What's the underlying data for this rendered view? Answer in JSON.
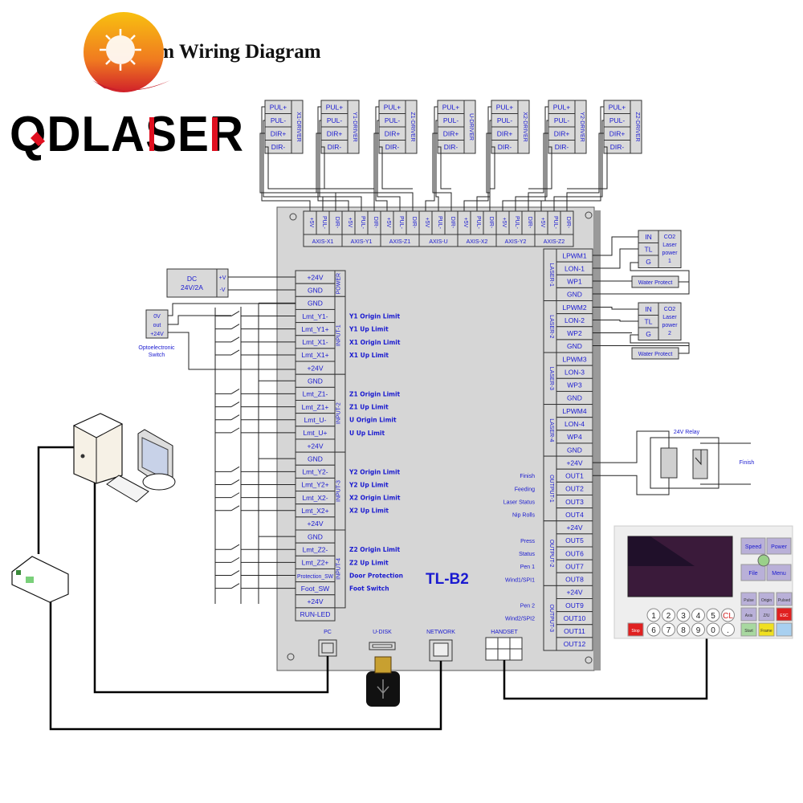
{
  "title": "2 System Wiring Diagram",
  "brand": "QDLASER",
  "board": {
    "name": "TL-B2"
  },
  "drivers": [
    "X1-DRIVER",
    "Y1-DRIVER",
    "Z1-DRIVER",
    "U-DRIVER",
    "X2-DRIVER",
    "Y2-DRIVER",
    "Z2-DRIVER"
  ],
  "driver_pins": [
    "PUL+",
    "PUL-",
    "DIR+",
    "DIR-"
  ],
  "axes": [
    "AXIS-X1",
    "AXIS-Y1",
    "AXIS-Z1",
    "AXIS-U",
    "AXIS-X2",
    "AXIS-Y2",
    "AXIS-Z2"
  ],
  "axis_pins": [
    "+5V",
    "PUL-",
    "DIR-"
  ],
  "left_terminals": [
    "+24V",
    "GND",
    "GND",
    "Lmt_Y1-",
    "Lmt_Y1+",
    "Lmt_X1-",
    "Lmt_X1+",
    "+24V",
    "GND",
    "Lmt_Z1-",
    "Lmt_Z1+",
    "Lmt_U-",
    "Lmt_U+",
    "+24V",
    "GND",
    "Lmt_Y2-",
    "Lmt_Y2+",
    "Lmt_X2-",
    "Lmt_X2+",
    "+24V",
    "GND",
    "Lmt_Z2-",
    "Lmt_Z2+",
    "Protection_SW",
    "Foot_SW",
    "+24V",
    "RUN-LED"
  ],
  "left_groups": [
    {
      "label": "POWER",
      "from": 0,
      "to": 1
    },
    {
      "label": "INPUT-1",
      "from": 2,
      "to": 7
    },
    {
      "label": "INPUT-2",
      "from": 8,
      "to": 13
    },
    {
      "label": "INPUT-3",
      "from": 14,
      "to": 19
    },
    {
      "label": "INPUT-4",
      "from": 20,
      "to": 25
    }
  ],
  "left_descriptions": [
    {
      "row": 3,
      "text": "Y1 Origin Limit"
    },
    {
      "row": 4,
      "text": "Y1 Up Limit"
    },
    {
      "row": 5,
      "text": "X1 Origin Limit"
    },
    {
      "row": 6,
      "text": "X1 Up Limit"
    },
    {
      "row": 9,
      "text": "Z1 Origin Limit"
    },
    {
      "row": 10,
      "text": "Z1 Up Limit"
    },
    {
      "row": 11,
      "text": "U Origin Limit"
    },
    {
      "row": 12,
      "text": "U Up Limit"
    },
    {
      "row": 15,
      "text": "Y2 Origin Limit"
    },
    {
      "row": 16,
      "text": "Y2 Up Limit"
    },
    {
      "row": 17,
      "text": "X2 Origin Limit"
    },
    {
      "row": 18,
      "text": "X2 Up Limit"
    },
    {
      "row": 21,
      "text": "Z2 Origin Limit"
    },
    {
      "row": 22,
      "text": "Z2 Up Limit"
    },
    {
      "row": 23,
      "text": "Door Protection"
    },
    {
      "row": 24,
      "text": "Foot Switch"
    }
  ],
  "right_terminals": [
    "LPWM1",
    "LON-1",
    "WP1",
    "GND",
    "LPWM2",
    "LON-2",
    "WP2",
    "GND",
    "LPWM3",
    "LON-3",
    "WP3",
    "GND",
    "LPWM4",
    "LON-4",
    "WP4",
    "GND",
    "+24V",
    "OUT1",
    "OUT2",
    "OUT3",
    "OUT4",
    "+24V",
    "OUT5",
    "OUT6",
    "OUT7",
    "OUT8",
    "+24V",
    "OUT9",
    "OUT10",
    "OUT11",
    "OUT12"
  ],
  "right_groups": [
    {
      "label": "LASER-1",
      "from": 0,
      "to": 3
    },
    {
      "label": "LASER-2",
      "from": 4,
      "to": 7
    },
    {
      "label": "LASER-3",
      "from": 8,
      "to": 11
    },
    {
      "label": "LASER-4",
      "from": 12,
      "to": 15
    },
    {
      "label": "OUTPUT-1",
      "from": 16,
      "to": 20
    },
    {
      "label": "OUTPUT-2",
      "from": 21,
      "to": 25
    },
    {
      "label": "OUTPUT-3",
      "from": 26,
      "to": 30
    }
  ],
  "right_descriptions": [
    {
      "row": 17,
      "text": "Finish"
    },
    {
      "row": 18,
      "text": "Feeding"
    },
    {
      "row": 19,
      "text": "Laser Status"
    },
    {
      "row": 20,
      "text": "Nip Rolls"
    },
    {
      "row": 22,
      "text": "Press"
    },
    {
      "row": 23,
      "text": "Status"
    },
    {
      "row": 24,
      "text": "Pen 1"
    },
    {
      "row": 25,
      "text": "Wind1/SPI1"
    },
    {
      "row": 27,
      "text": "Pen 2"
    },
    {
      "row": 28,
      "text": "Wind2/SPI2"
    }
  ],
  "power_supply": {
    "line1": "DC",
    "line2": "24V/2A",
    "plus": "+V",
    "minus": "-V"
  },
  "opto_switch": {
    "pins": [
      "0V",
      "out",
      "+24V"
    ],
    "line1": "Optoelectronic",
    "line2": "Switch"
  },
  "laser_power": [
    {
      "pins": [
        "IN",
        "TL",
        "G"
      ],
      "lines": [
        "CO2",
        "Laser",
        "power",
        "1"
      ]
    },
    {
      "pins": [
        "IN",
        "TL",
        "G"
      ],
      "lines": [
        "CO2",
        "Laser",
        "power",
        "2"
      ]
    }
  ],
  "water_protect": "Water Protect",
  "relay": {
    "label": "24V Relay",
    "output": "Finish"
  },
  "ports": [
    "PC",
    "U-DISK",
    "NETWORK",
    "HANDSET"
  ],
  "handset": {
    "nav_keys": [
      "Speed",
      "Power",
      "File",
      "Menu"
    ],
    "func_keys": [
      "Pulse",
      "Origin",
      "Pulsed",
      "Axis",
      "Z/U",
      "ESC",
      "Start",
      "Frame"
    ],
    "num_row1": [
      "1",
      "2",
      "3",
      "4",
      "5",
      "CL"
    ],
    "num_row2": [
      "6",
      "7",
      "8",
      "9",
      "0",
      "."
    ],
    "stop_key": "Stop",
    "colors": {
      "panel": "#eeeeee",
      "screen": "#3a1a3a",
      "key": "#b9b0d8",
      "esc": "#e02020",
      "start": "#a8d8a0",
      "frame": "#f0e020",
      "enter": "#a8d0f0"
    }
  },
  "colors": {
    "board": "#d6d6d6",
    "cell": "#d9d9d9",
    "label": "#1a1ad0",
    "power_wire": "#d02020"
  }
}
